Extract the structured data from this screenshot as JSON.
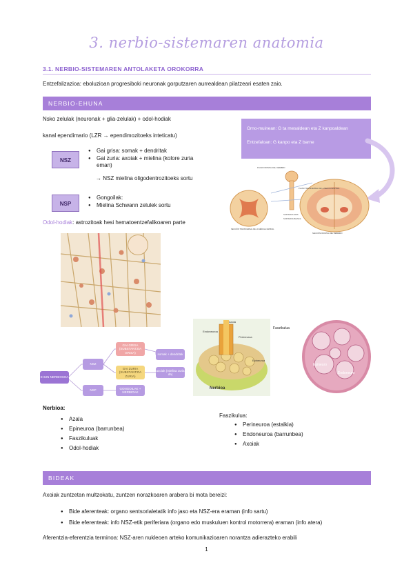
{
  "title": "3. nerbio-sistemaren anatomia",
  "section31": {
    "heading": "3.1. NERBIO-SISTEMAREN ANTOLAKETA OROKORRA",
    "intro": "Entzefalizazioa: eboluzioan progresiboki neuronak gorputzaren aurrealdean pilatzeari esaten zaio."
  },
  "nerbio_ehuna": {
    "band": "NERBIO-EHUNA",
    "line1": "Nsko zelulak (neuronak + glia-zelulak) + odol-hodiak",
    "line2": "kanal ependimario (LZR → ependimozitoeks inteticatu)",
    "nsz": {
      "label": "NSZ",
      "items": [
        "Gai grisa: somak + dendritak",
        "Gai zuria: axoiak + mielina (kolore zuria eman)"
      ],
      "sub": "→ NSZ mielina oligodentrozitoeks sortu"
    },
    "nsp": {
      "label": "NSP",
      "items": [
        "Gongoilak:",
        "Mielina Schwann zelulek sortu"
      ]
    },
    "odol_label": "Odol-hodiak",
    "odol_text": ": astrozitoak hesi hematoentzefalikoaren parte",
    "callout": {
      "line1": "Orno-muinean: G ta mesaldean eta Z kanpoaldean",
      "line2": "Entzefaloan: G kanpo eta Z barne"
    },
    "brain_labels": {
      "plano_frontal": "PLANO FRONTAL DEL CEREBRO",
      "plano_transversal": "PLANO TRANSVERSAL DE LA MEDULA ESPINAL",
      "sustancia_gris": "SUSTANCIA GRIS",
      "sustancia_blanca": "SUSTANCIA BLANCA",
      "seccion_transversal": "SECCIÓN TRANSVERSAL DE LA MÉDULA ESPINAL",
      "seccion_frontal": "SECCIÓN FRONTAL DEL CEREBRO"
    },
    "diagram": {
      "root": "EHUN NERBIOSOA",
      "nsz": "NSZ",
      "nsp": "NSP",
      "gai_grisa": "GAI GRISA (SUBSTANTZIA GRISA)",
      "gai_zuria": "GAI ZURIA (SUBSTANTZIA ZURIA)",
      "somak": "somak + dendritak",
      "axoiak": "axoiak (mielina zuria da)",
      "gongoilak": "GONGOILAK + NERBIOAK"
    },
    "nerve_labels": {
      "axoia": "Axoia",
      "endoneuroa": "Endoneuroa",
      "perineuroa": "Perineuroa",
      "faszikulua": "Faszikulua",
      "epineuroa": "Epineuroa",
      "nerbioa": "Nerbioa",
      "histo_epineuro": "Epineuro",
      "histo_endoneuro": "Endoneuro"
    },
    "nerbioa": {
      "heading": "Nerbioa:",
      "items": [
        "Azala",
        "Epineuroa (barrunbea)",
        "Faszikuluak",
        "Odol-hodiak"
      ]
    },
    "faszikulua": {
      "heading": "Faszikulua:",
      "items": [
        "Perineuroa (estalkia)",
        "Endoneuroa (barrunbea)",
        "Axoiak"
      ]
    }
  },
  "bideak": {
    "band": "BIDEAK",
    "intro": "Axoiak zuntzetan multzokatu, zuntzen norazkoaren arabera bi mota bereizi:",
    "items": [
      "Bide aferenteak: organo sentsorialetatik info jaso eta NSZ-era eraman (info sartu)",
      "Bide eferenteak: info NSZ-etik periferiara (organo edo muskuluen kontrol motorrera) eraman (info atera)"
    ],
    "terminoa": "Aferentzia-eferentzia terminoa: NSZ-aren nukleoen arteko komunikazioaren norantza adierazteko erabili"
  },
  "page_number": "1",
  "colors": {
    "accent": "#a77fd9",
    "title": "#b59ee0",
    "box": "#c7b3e8"
  }
}
